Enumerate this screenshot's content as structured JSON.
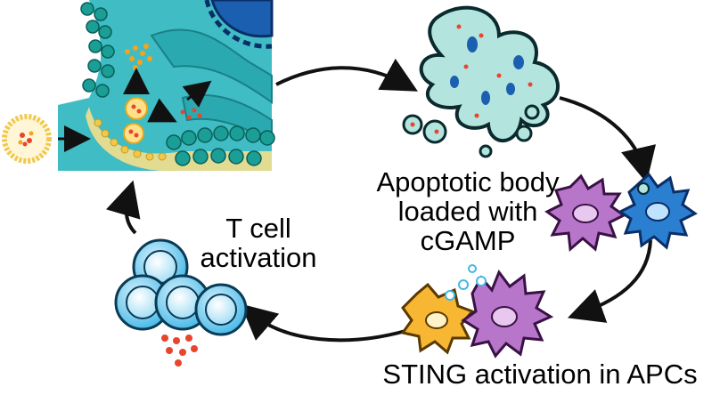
{
  "labels": {
    "apoptotic_line1": "Apoptotic body",
    "apoptotic_line2": "loaded with",
    "apoptotic_line3": "cGAMP",
    "tcell_line1": "T cell",
    "tcell_line2": "activation",
    "sting": "STING activation in APCs"
  },
  "colors": {
    "panel_bg": "#3fbcc4",
    "membrane_head": "#1a9e95",
    "liposome": "#ffe08a",
    "cgamp_dot": "#f6a31b",
    "apoptotic_fill": "#b4e4de",
    "tcell_fill": "#43b7e8",
    "apc_purple": "#b776c9",
    "apc_blue": "#2b7fd0",
    "apc_orange": "#f7b733",
    "arrow": "#111111"
  }
}
